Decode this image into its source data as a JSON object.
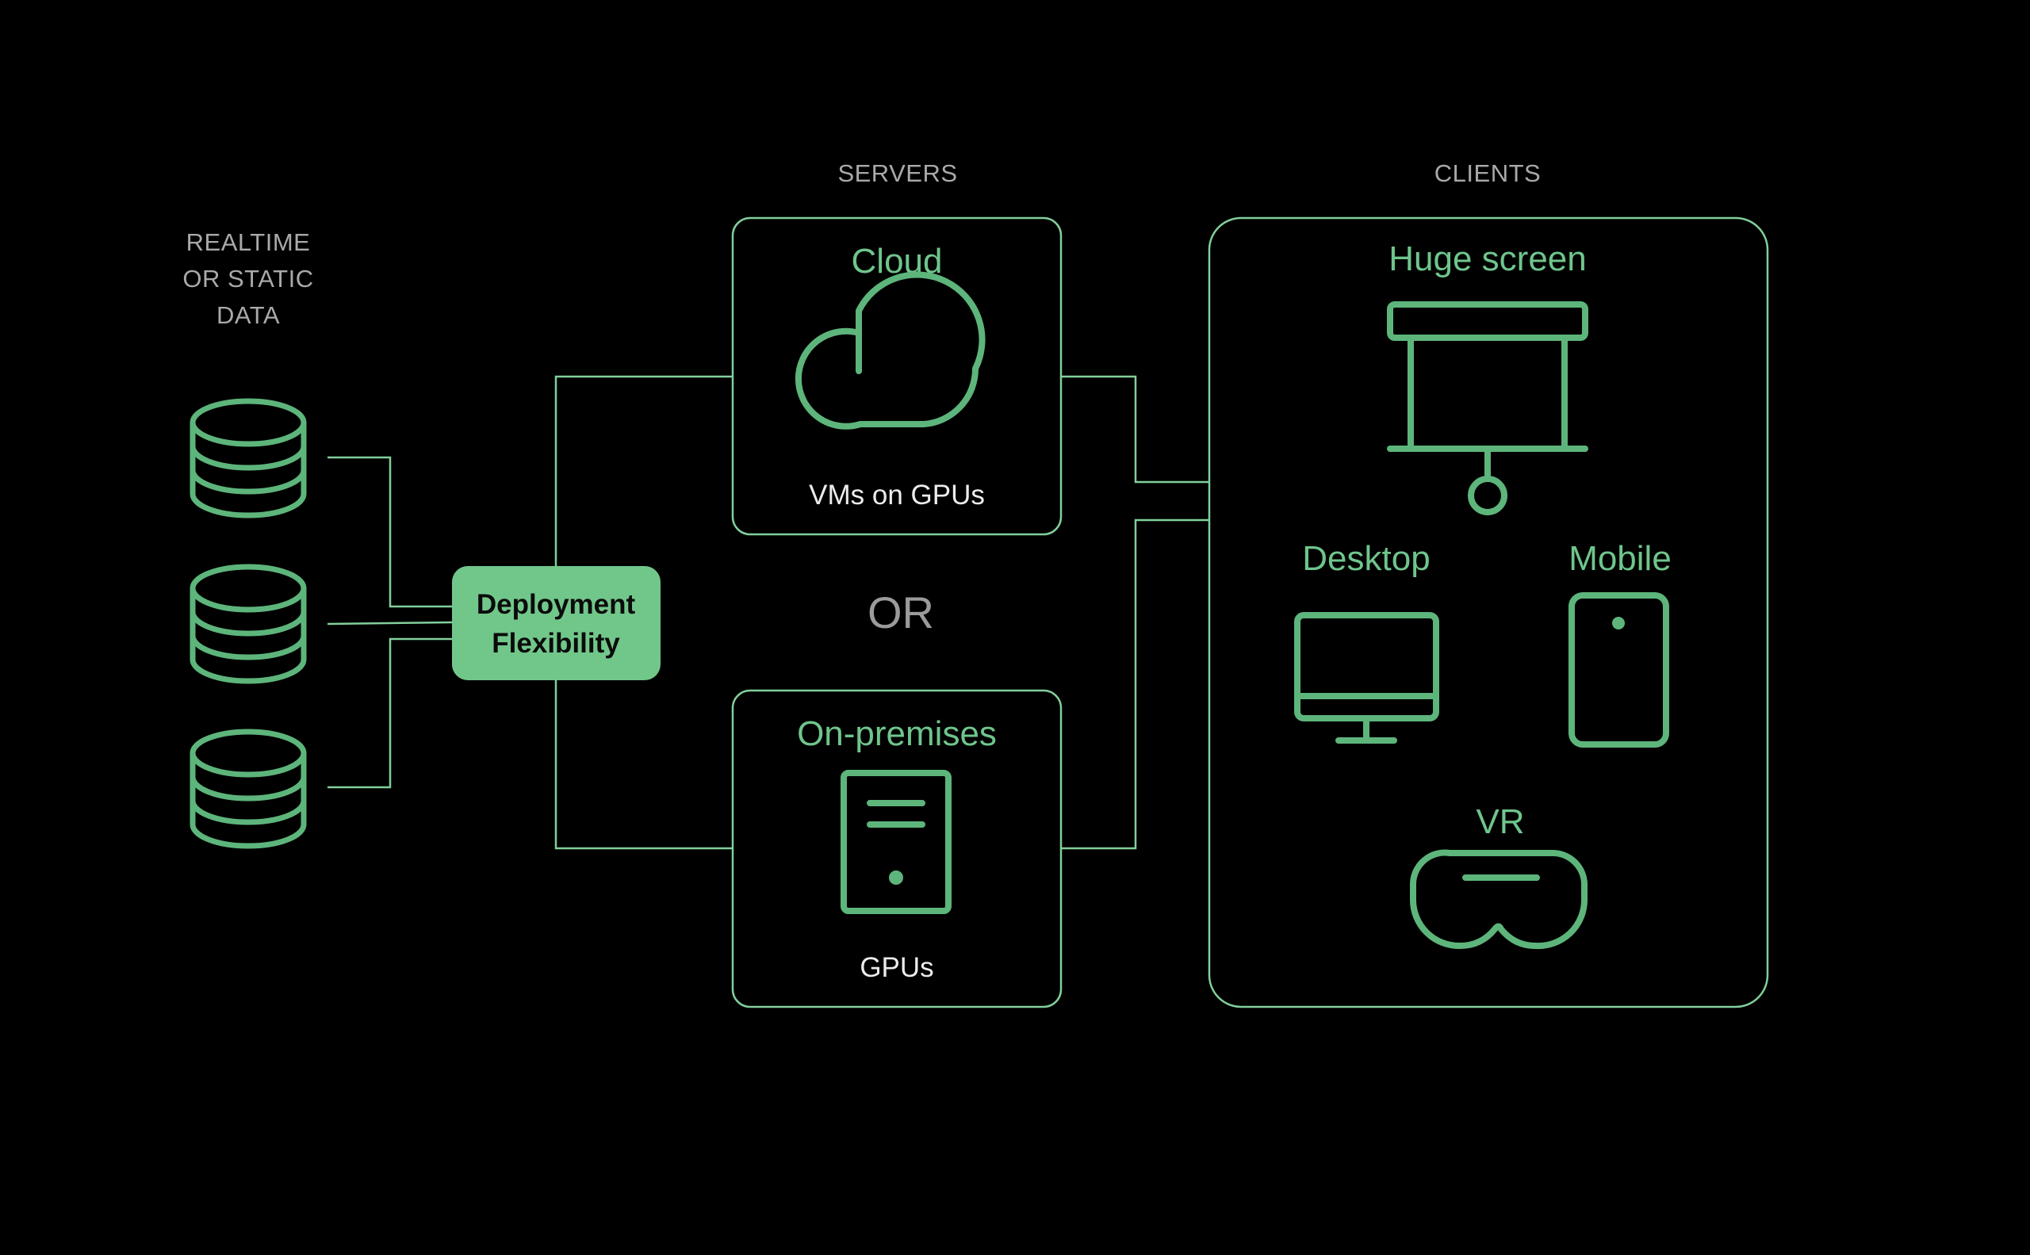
{
  "data_source": {
    "label_lines": [
      "REALTIME",
      "OR STATIC",
      "DATA"
    ]
  },
  "servers": {
    "heading": "SERVERS",
    "cloud": {
      "title": "Cloud",
      "caption": "VMs on GPUs"
    },
    "separator": "OR",
    "onprem": {
      "title": "On-premises",
      "caption": "GPUs"
    }
  },
  "hub": {
    "label_lines": [
      "Deployment",
      "Flexibility"
    ]
  },
  "clients": {
    "heading": "CLIENTS",
    "items": [
      "Huge screen",
      "Desktop",
      "Mobile",
      "VR"
    ]
  },
  "icons": [
    "database-icon",
    "cloud-icon",
    "server-tower-icon",
    "projector-screen-icon",
    "desktop-monitor-icon",
    "smartphone-icon",
    "vr-headset-icon"
  ],
  "colors": {
    "background": "#000000",
    "accent": "#6fc58c",
    "hub_fill": "#71c78a",
    "muted_text": "#a9a9a9"
  }
}
